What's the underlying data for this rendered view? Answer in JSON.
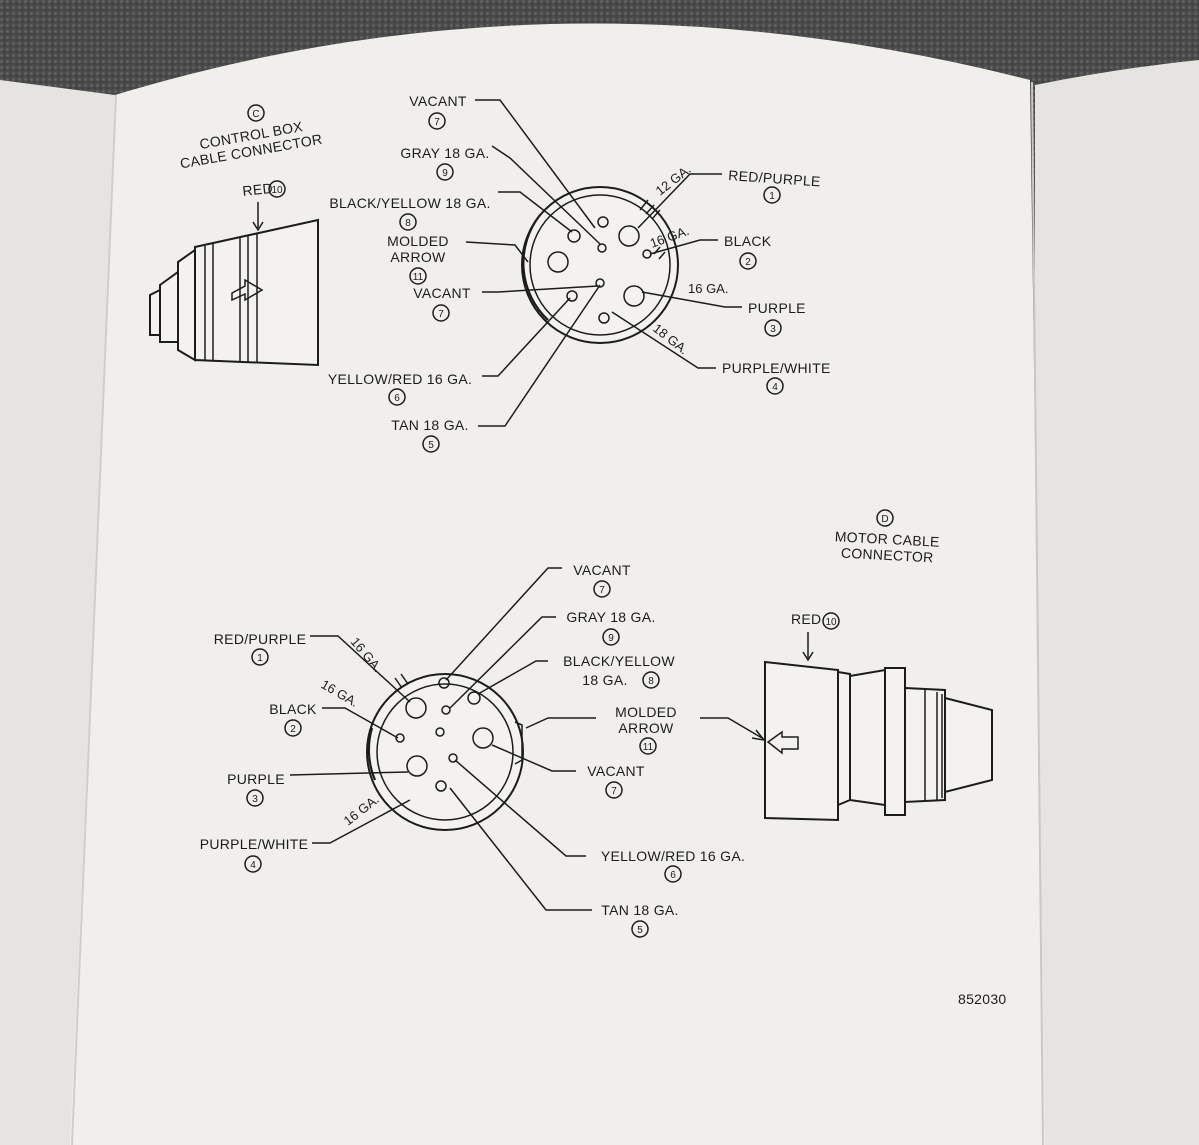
{
  "figure_number": "852030",
  "control_box": {
    "letter": "C",
    "title_line1": "CONTROL BOX",
    "title_line2": "CABLE CONNECTOR",
    "red": {
      "text": "RED",
      "num": "10"
    },
    "labels": {
      "vacant_top": {
        "text": "VACANT",
        "num": "7"
      },
      "gray": {
        "text": "GRAY 18 GA.",
        "num": "9"
      },
      "black_yellow": {
        "text": "BLACK/YELLOW 18 GA.",
        "num": "8"
      },
      "molded_1": "MOLDED",
      "molded_2": "ARROW",
      "molded_num": "11",
      "vacant_mid": {
        "text": "VACANT",
        "num": "7"
      },
      "yellow_red": {
        "text": "YELLOW/RED 16 GA.",
        "num": "6"
      },
      "tan": {
        "text": "TAN 18 GA.",
        "num": "5"
      },
      "red_purple": {
        "text": "RED/PURPLE",
        "num": "1"
      },
      "black": {
        "text": "BLACK",
        "num": "2"
      },
      "purple": {
        "text": "PURPLE",
        "num": "3"
      },
      "purple_white": {
        "text": "PURPLE/WHITE",
        "num": "4"
      },
      "ga_12": "12 GA.",
      "ga_16a": "16 GA.",
      "ga_16b": "16 GA.",
      "ga_18": "18 GA."
    }
  },
  "motor": {
    "letter": "D",
    "title_line1": "MOTOR CABLE",
    "title_line2": "CONNECTOR",
    "red": {
      "text": "RED",
      "num": "10"
    },
    "labels": {
      "vacant_top": {
        "text": "VACANT",
        "num": "7"
      },
      "gray": {
        "text": "GRAY 18 GA.",
        "num": "9"
      },
      "black_yellow_1": "BLACK/YELLOW",
      "black_yellow_2": "18 GA.",
      "black_yellow_num": "8",
      "molded_1": "MOLDED",
      "molded_2": "ARROW",
      "molded_num": "11",
      "vacant_mid": {
        "text": "VACANT",
        "num": "7"
      },
      "yellow_red": {
        "text": "YELLOW/RED 16 GA.",
        "num": "6"
      },
      "tan": {
        "text": "TAN 18 GA.",
        "num": "5"
      },
      "red_purple": {
        "text": "RED/PURPLE",
        "num": "1"
      },
      "black": {
        "text": "BLACK",
        "num": "2"
      },
      "purple": {
        "text": "PURPLE",
        "num": "3"
      },
      "purple_white": {
        "text": "PURPLE/WHITE",
        "num": "4"
      },
      "ga_16a": "16 GA.",
      "ga_16b": "16 GA.",
      "ga_16c": "16 GA."
    }
  }
}
